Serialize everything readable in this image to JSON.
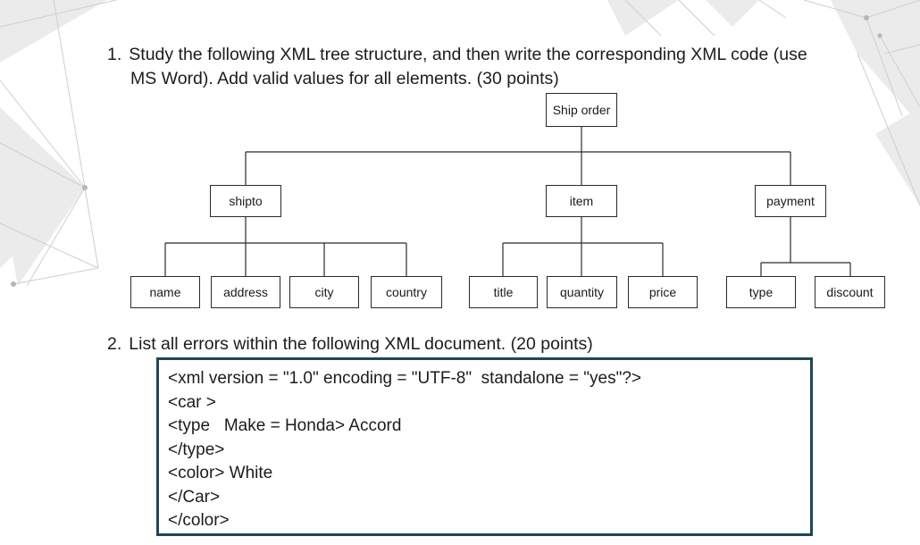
{
  "question1": {
    "number": "1.",
    "line1": "Study the following XML tree structure, and then write the corresponding XML code (use",
    "line2": "MS Word). Add valid values for all elements. (30 points)"
  },
  "tree": {
    "root": "Ship order",
    "branches": [
      {
        "label": "shipto",
        "children": [
          "name",
          "address",
          "city",
          "country"
        ]
      },
      {
        "label": "item",
        "children": [
          "title",
          "quantity",
          "price"
        ]
      },
      {
        "label": "payment",
        "children": [
          "type",
          "discount"
        ]
      }
    ]
  },
  "question2": {
    "number": "2.",
    "text": "List all errors within the following XML document.  (20 points)"
  },
  "code_lines": [
    "<xml version = \"1.0\" encoding = \"UTF-8\"  standalone = \"yes\"?>",
    "<car >",
    "<type   Make = Honda> Accord",
    "</type>",
    "<color> White",
    "</Car>",
    "</color>"
  ]
}
